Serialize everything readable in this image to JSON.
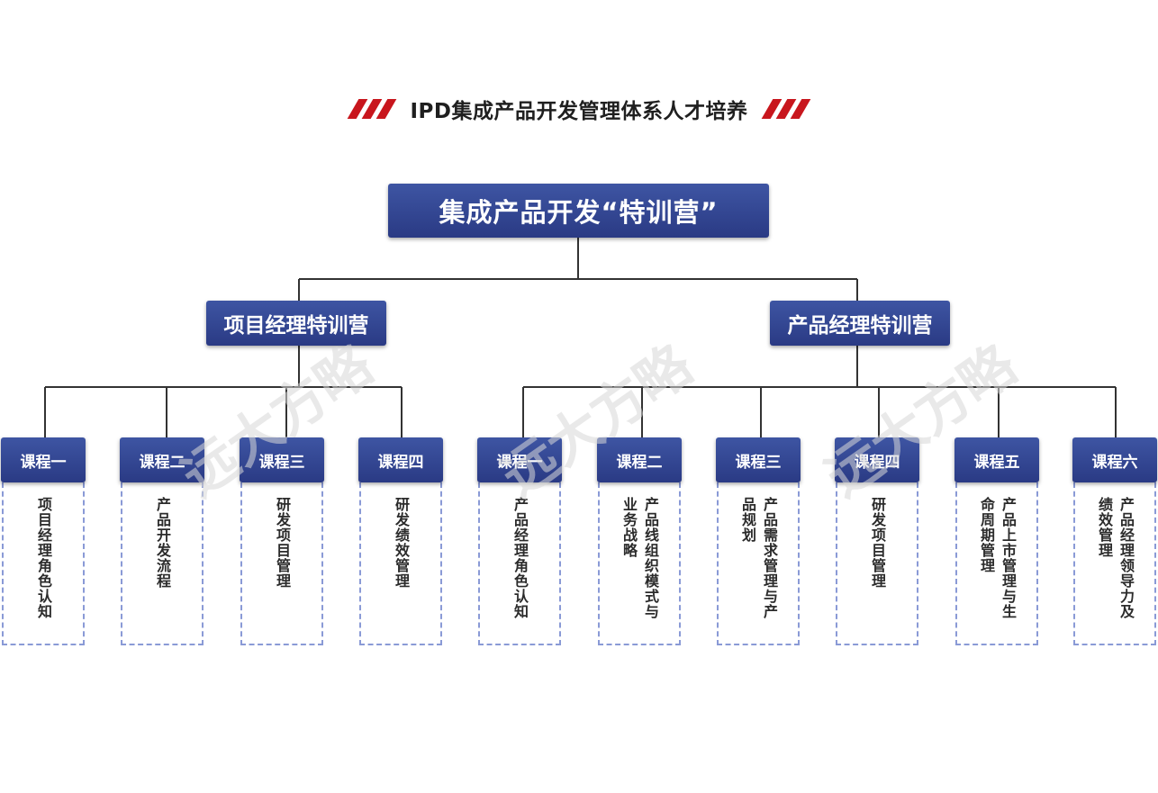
{
  "header": {
    "title": "IPD集成产品开发管理体系人才培养"
  },
  "root": {
    "label": "集成产品开发“特训营”"
  },
  "camps": [
    {
      "label": "项目经理特训营",
      "courses": [
        {
          "title": "课程一",
          "content": "项目经理角色认知"
        },
        {
          "title": "课程二",
          "content": "产品开发流程"
        },
        {
          "title": "课程三",
          "content": "研发项目管理"
        },
        {
          "title": "课程四",
          "content": "研发绩效管理"
        }
      ]
    },
    {
      "label": "产品经理特训营",
      "courses": [
        {
          "title": "课程一",
          "content": "产品经理角色认知"
        },
        {
          "title": "课程二",
          "content": "产品线组织模式与业务战略"
        },
        {
          "title": "课程三",
          "content": "产品需求管理与产品规划"
        },
        {
          "title": "课程四",
          "content": "研发项目管理"
        },
        {
          "title": "课程五",
          "content": "产品上市管理与生命周期管理"
        },
        {
          "title": "课程六",
          "content": "产品经理领导力及绩效管理"
        }
      ]
    }
  ],
  "watermark": "远大方略",
  "colors": {
    "accent_red": "#c8161d",
    "box_blue": "#2f4191",
    "dash_border": "#8a9ad6",
    "connector": "#333333"
  }
}
